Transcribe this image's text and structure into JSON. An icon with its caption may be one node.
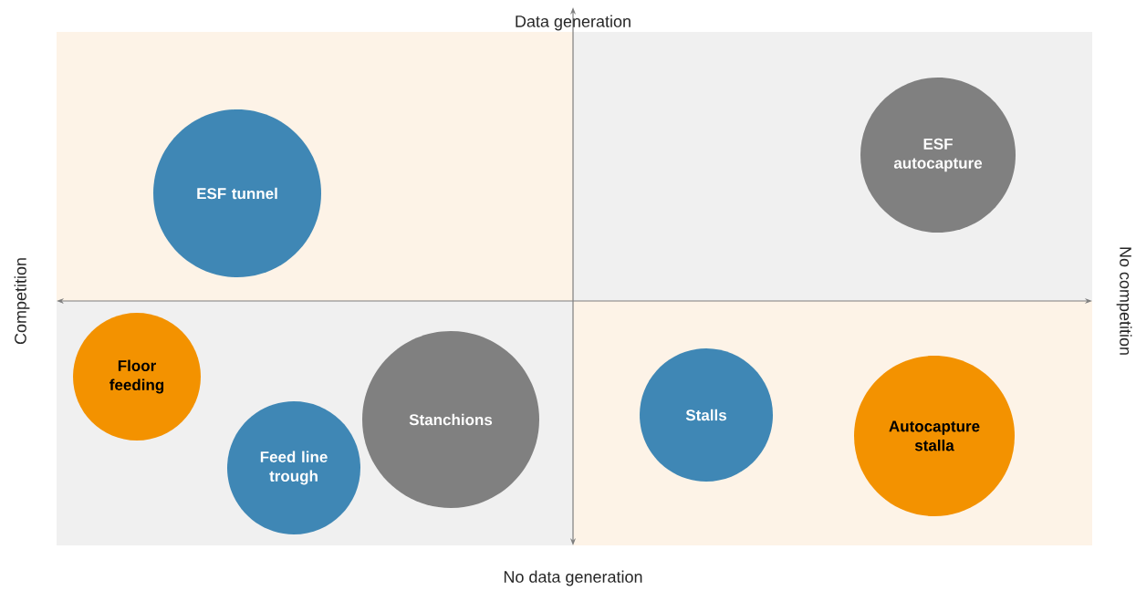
{
  "diagram": {
    "nodes": [
      {
        "text": [
          "ESF tunnel"
        ]
      },
      {
        "text": [
          "ESF autocapture"
        ]
      },
      {
        "text": [
          "Floor feeding"
        ]
      },
      {
        "text": [
          "Stanchions"
        ]
      },
      {
        "text": [
          "Feed line trough"
        ]
      },
      {
        "text": [
          "Stalls"
        ]
      },
      {
        "text": [
          "Autocapture stalla"
        ]
      }
    ],
    "labels": [
      "Data generation",
      "Competition",
      "No competition",
      "No data generation"
    ]
  }
}
